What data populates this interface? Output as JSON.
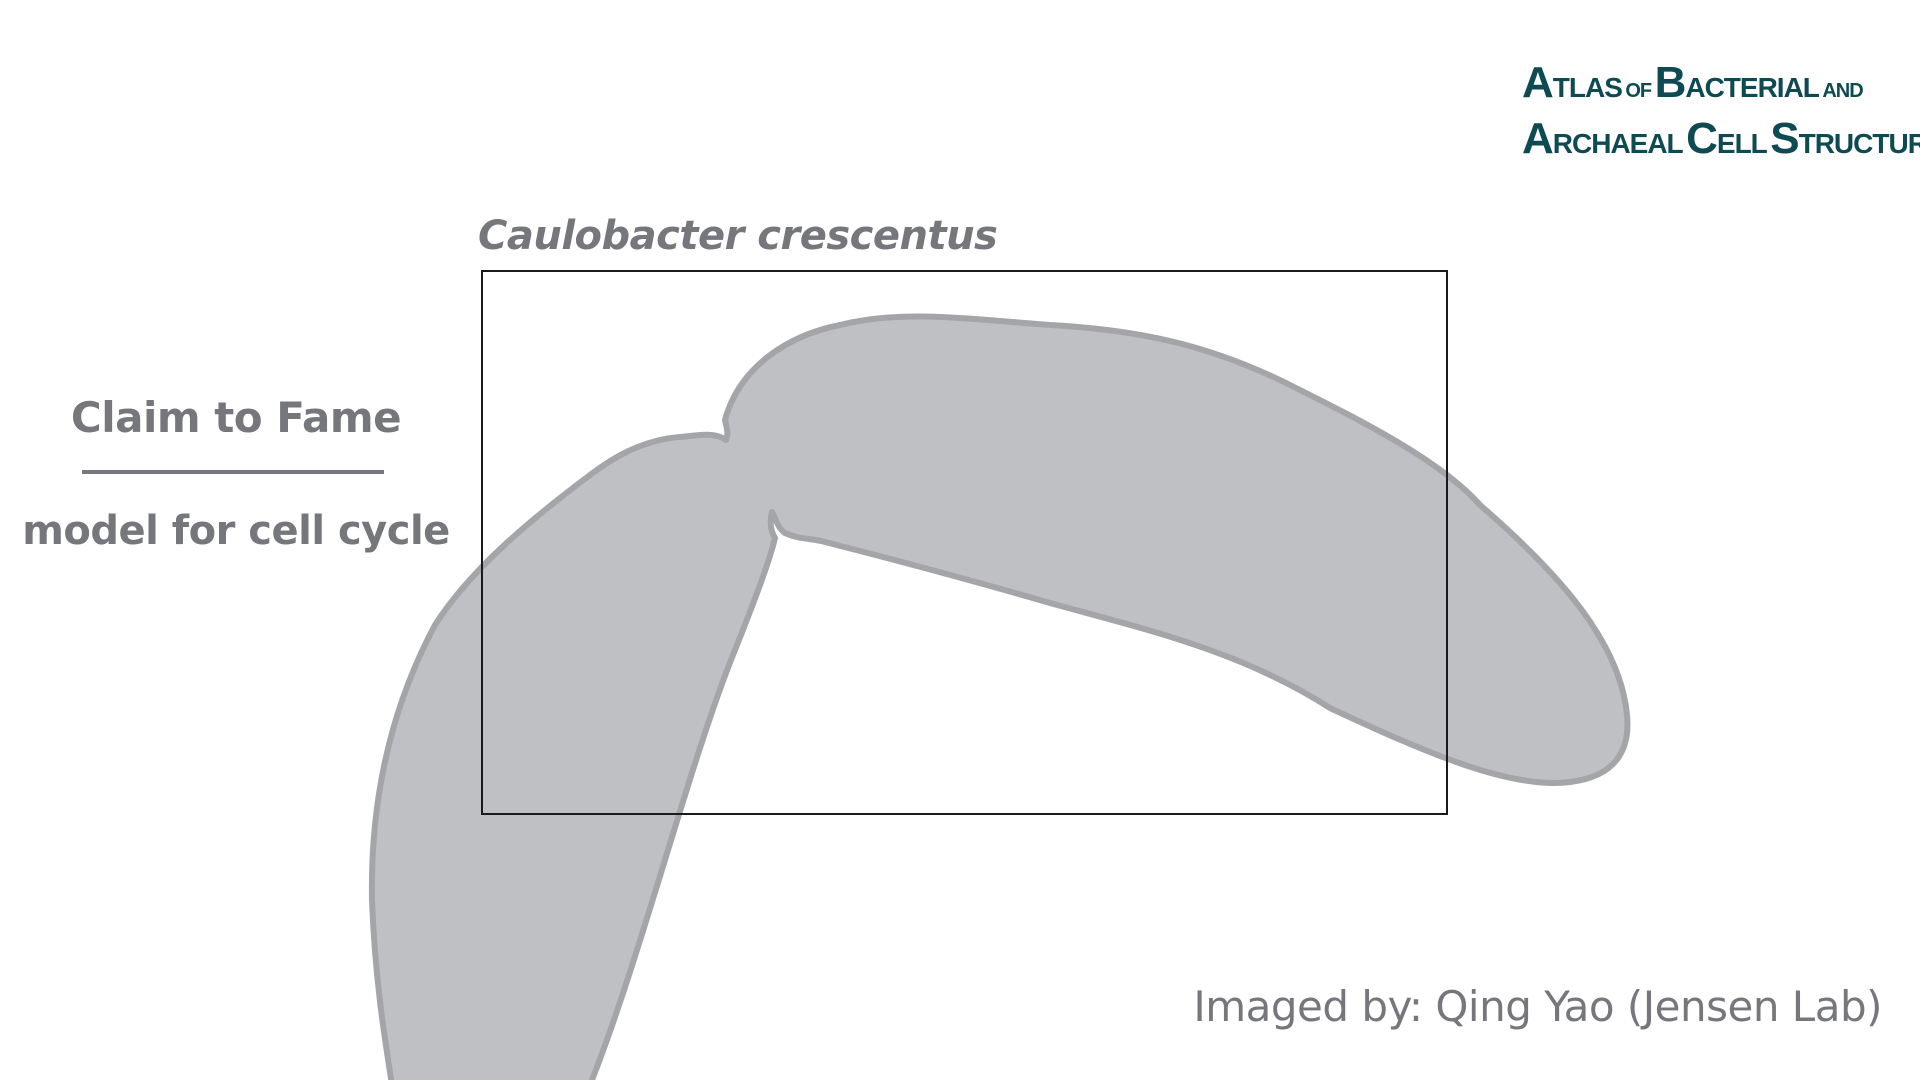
{
  "logo": {
    "line1_big_a": "A",
    "line1_rest_a": "tlas",
    "line1_small_of": "of",
    "line1_big_b": "B",
    "line1_rest_b": "acterial",
    "line1_small_and": "and",
    "line2_big_a": "A",
    "line2_rest_a": "rchaeal",
    "line2_big_c": "C",
    "line2_rest_c": "ell",
    "line2_big_s": "S",
    "line2_rest_s": "tructure"
  },
  "species": "Caulobacter crescentus",
  "claim": {
    "title": "Claim to Fame",
    "value": "model for cell cycle"
  },
  "credit": "Imaged by: Qing Yao (Jensen Lab)",
  "colors": {
    "text_gray": "#75777c",
    "cell_fill": "#bfc0c4",
    "cell_outline": "#a4a5a9",
    "logo_teal": "#0e4a52",
    "frame": "#1a1a1a"
  }
}
